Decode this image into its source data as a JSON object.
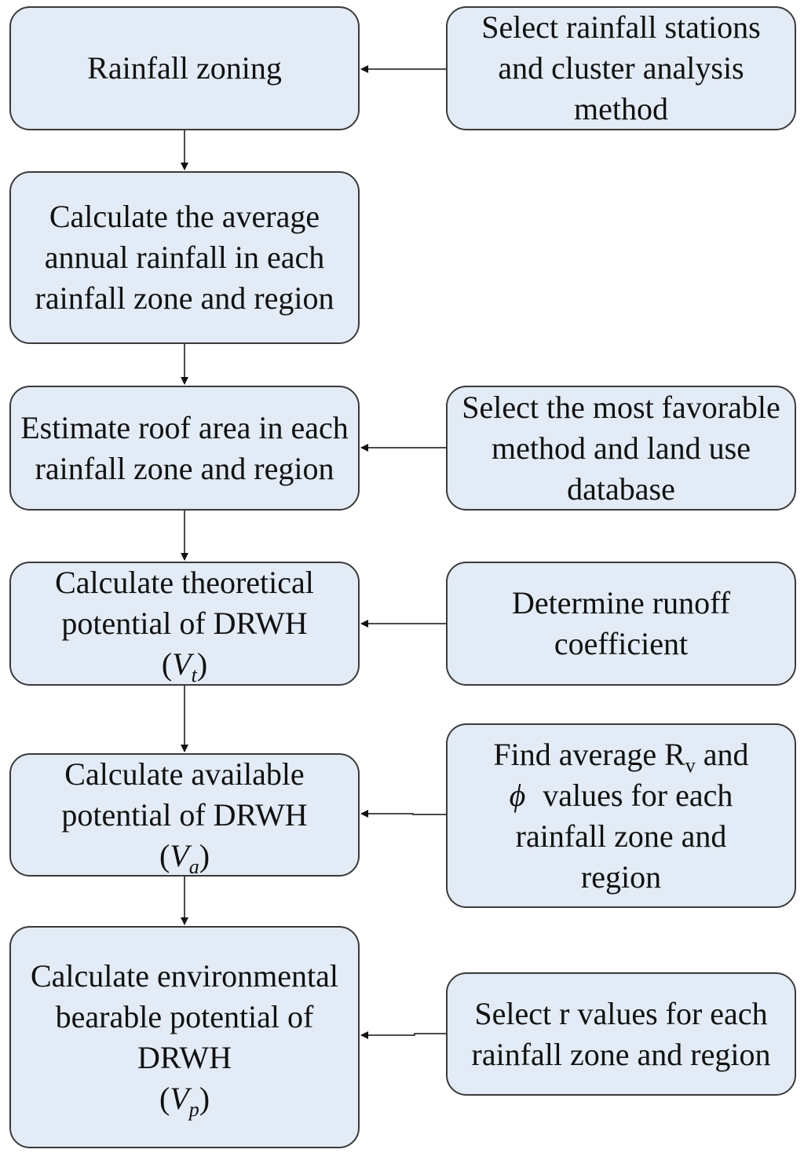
{
  "steps": [
    {
      "text": "Rainfall zoning"
    },
    {
      "text": "Calculate the average annual rainfall in each rainfall zone and region"
    },
    {
      "text": "Estimate roof area in each rainfall zone and region"
    },
    {
      "text": "Calculate theoretical potential of DRWH",
      "var": "V",
      "sub": "t"
    },
    {
      "text": "Calculate available potential of DRWH",
      "var": "V",
      "sub": "a"
    },
    {
      "text": "Calculate environmental bearable potential of DRWH",
      "var": "V",
      "sub": "p"
    }
  ],
  "inputs": [
    {
      "text": "Select rainfall stations and cluster analysis method"
    },
    {
      "text": "Select the most favorable method and land use database"
    },
    {
      "text": "Determine runoff coefficient"
    },
    {
      "line1a": "Find average R",
      "line1sub": "v",
      "line1b": " and",
      "phi": "ϕ",
      "rest": "values for each rainfall zone and region"
    },
    {
      "text": "Select r values for each rainfall zone and region"
    }
  ],
  "colors": {
    "box_fill": "#e3ebf6",
    "stroke": "#3a3a3a"
  }
}
